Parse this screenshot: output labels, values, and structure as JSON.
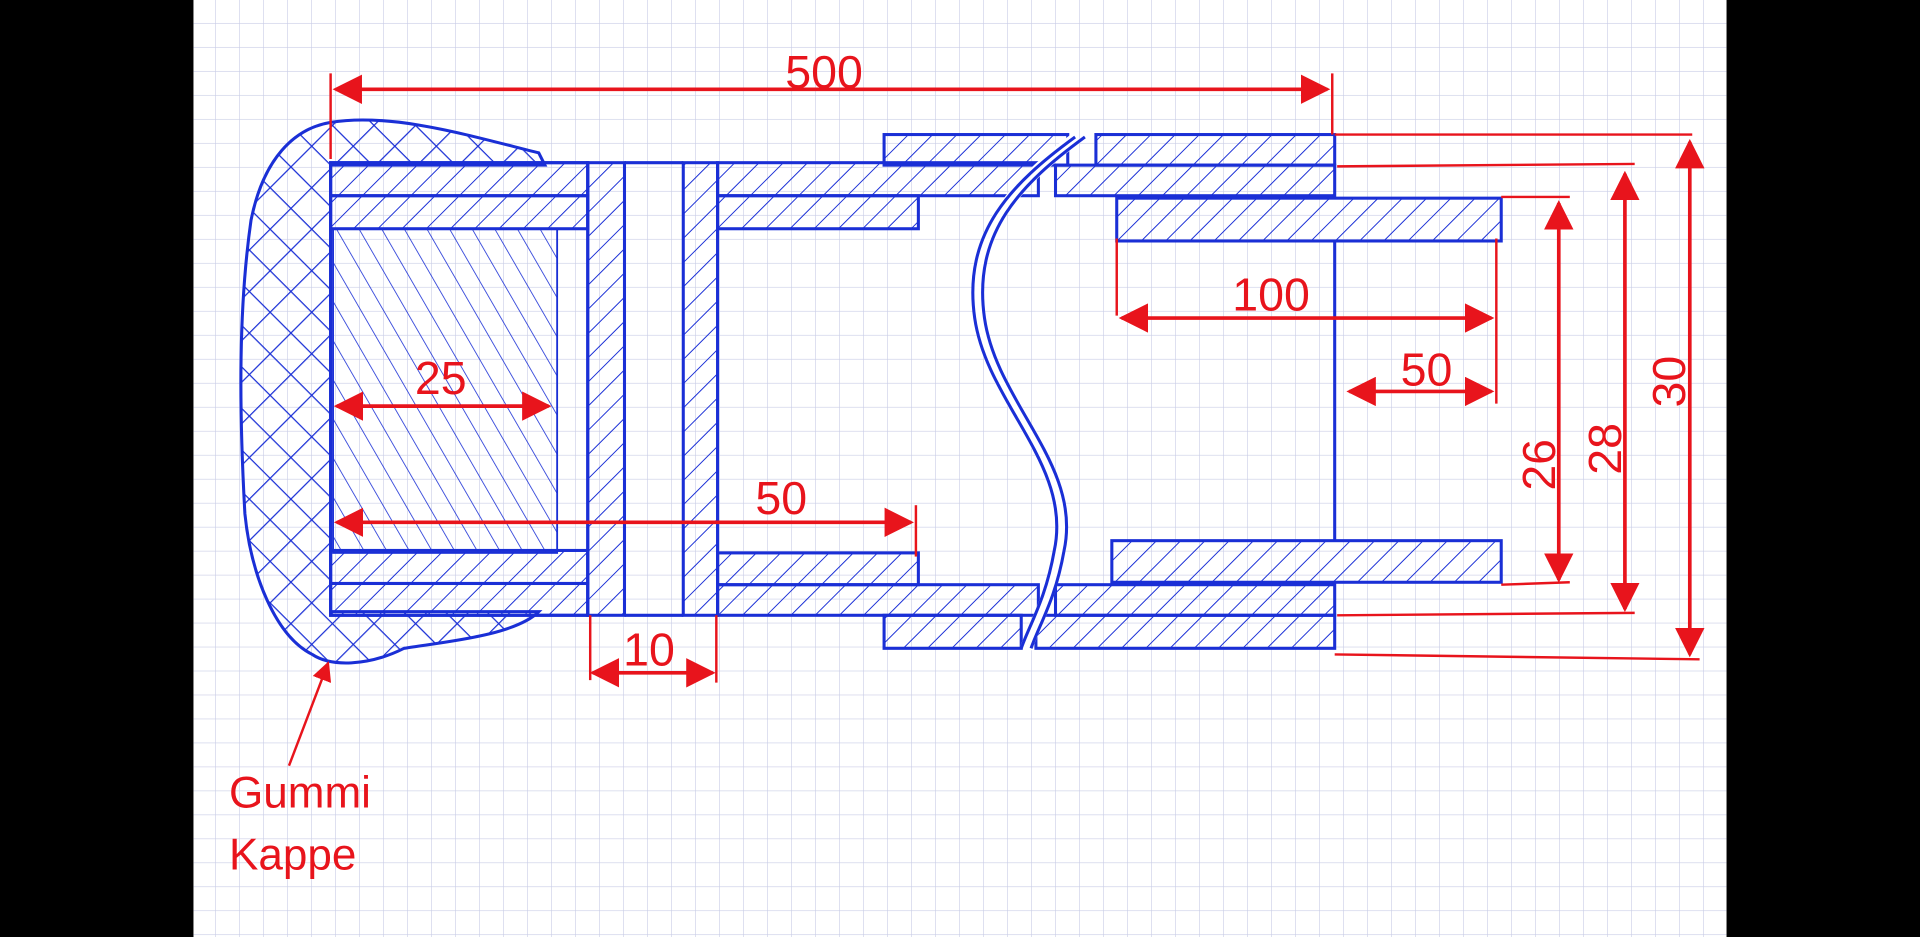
{
  "colors": {
    "ink_blue": "#1a2fd6",
    "dimension_red": "#e8141c",
    "grid": "#c9cde6",
    "paper": "#ffffff"
  },
  "dimensions": {
    "overall_length": "500",
    "insert_length": "100",
    "insert_offset": "50",
    "plug_length": "25",
    "inner_tube_length": "50",
    "plate_gap": "10",
    "inner_diameter": "26",
    "middle_diameter": "28",
    "outer_diameter": "30"
  },
  "labels": {
    "cap_line1": "Gummi",
    "cap_line2": "Kappe"
  }
}
